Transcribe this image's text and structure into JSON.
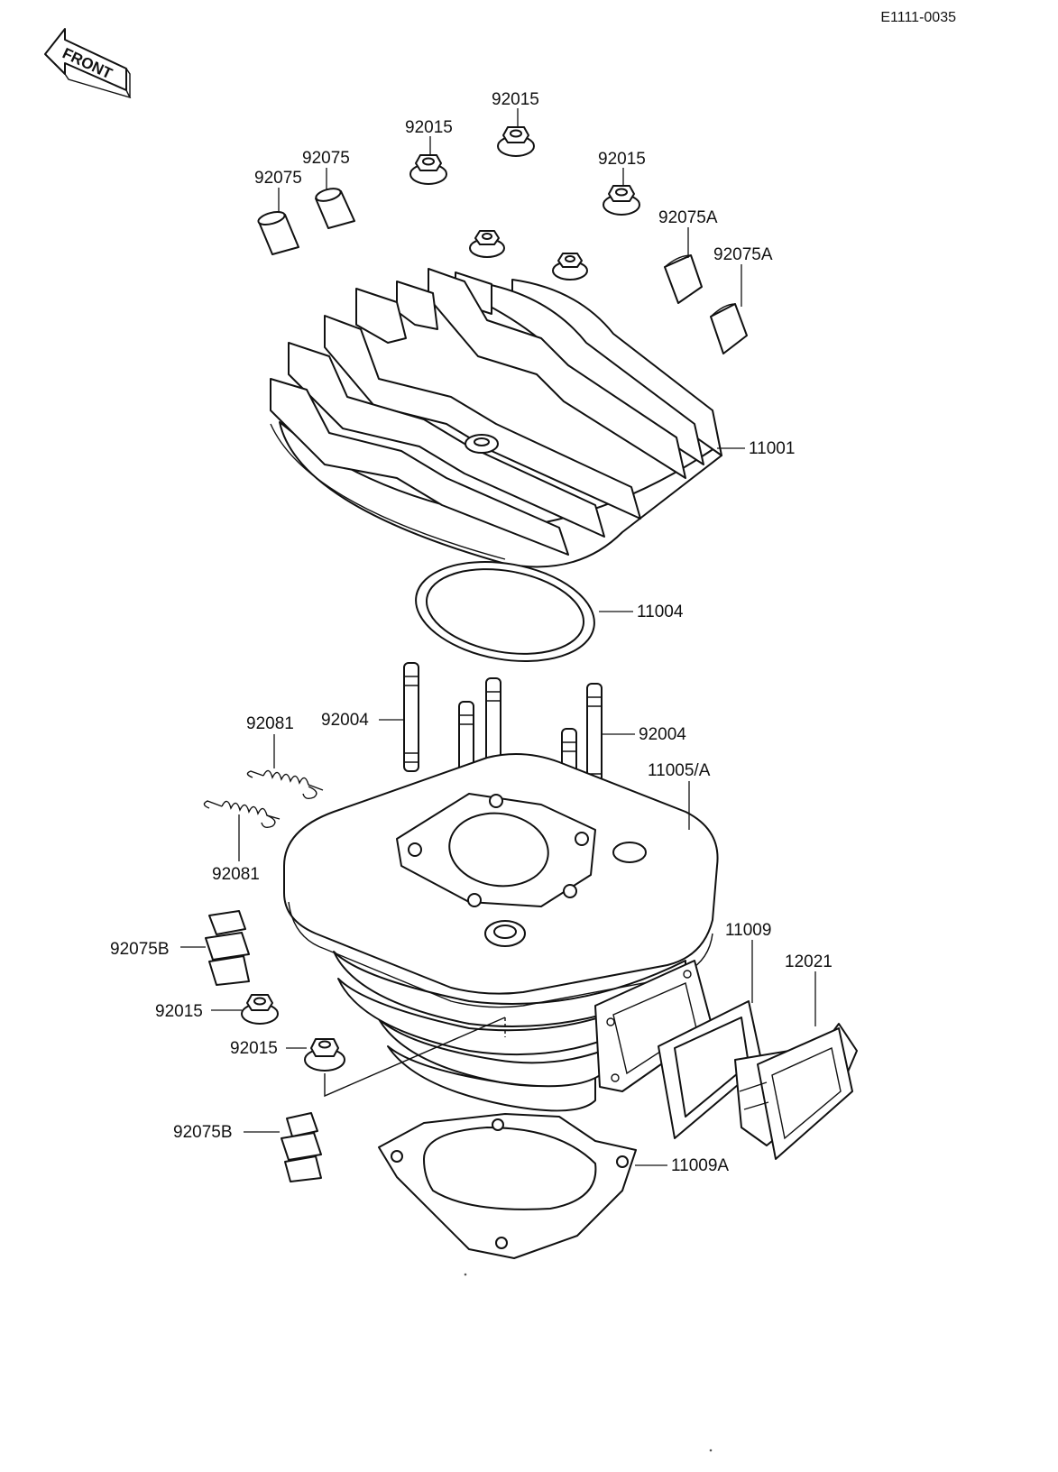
{
  "reference_code": "E1111-0035",
  "front_label": "FRONT",
  "labels": {
    "nut_top_center": "92015",
    "nut_top_left": "92015",
    "nut_top_right": "92015",
    "cap_left_upper": "92075",
    "cap_left_lower": "92075",
    "cap_right_upper": "92075A",
    "cap_right_lower": "92075A",
    "cylinder_head": "11001",
    "head_gasket": "11004",
    "stud_left": "92004",
    "stud_right": "92004",
    "spring_upper": "92081",
    "spring_lower": "92081",
    "cylinder": "11005/A",
    "reed_gasket": "11009",
    "reed_valve": "12021",
    "damper_upper": "92075B",
    "nut_lower_1": "92015",
    "nut_lower_2": "92015",
    "damper_lower": "92075B",
    "base_gasket": "11009A"
  }
}
